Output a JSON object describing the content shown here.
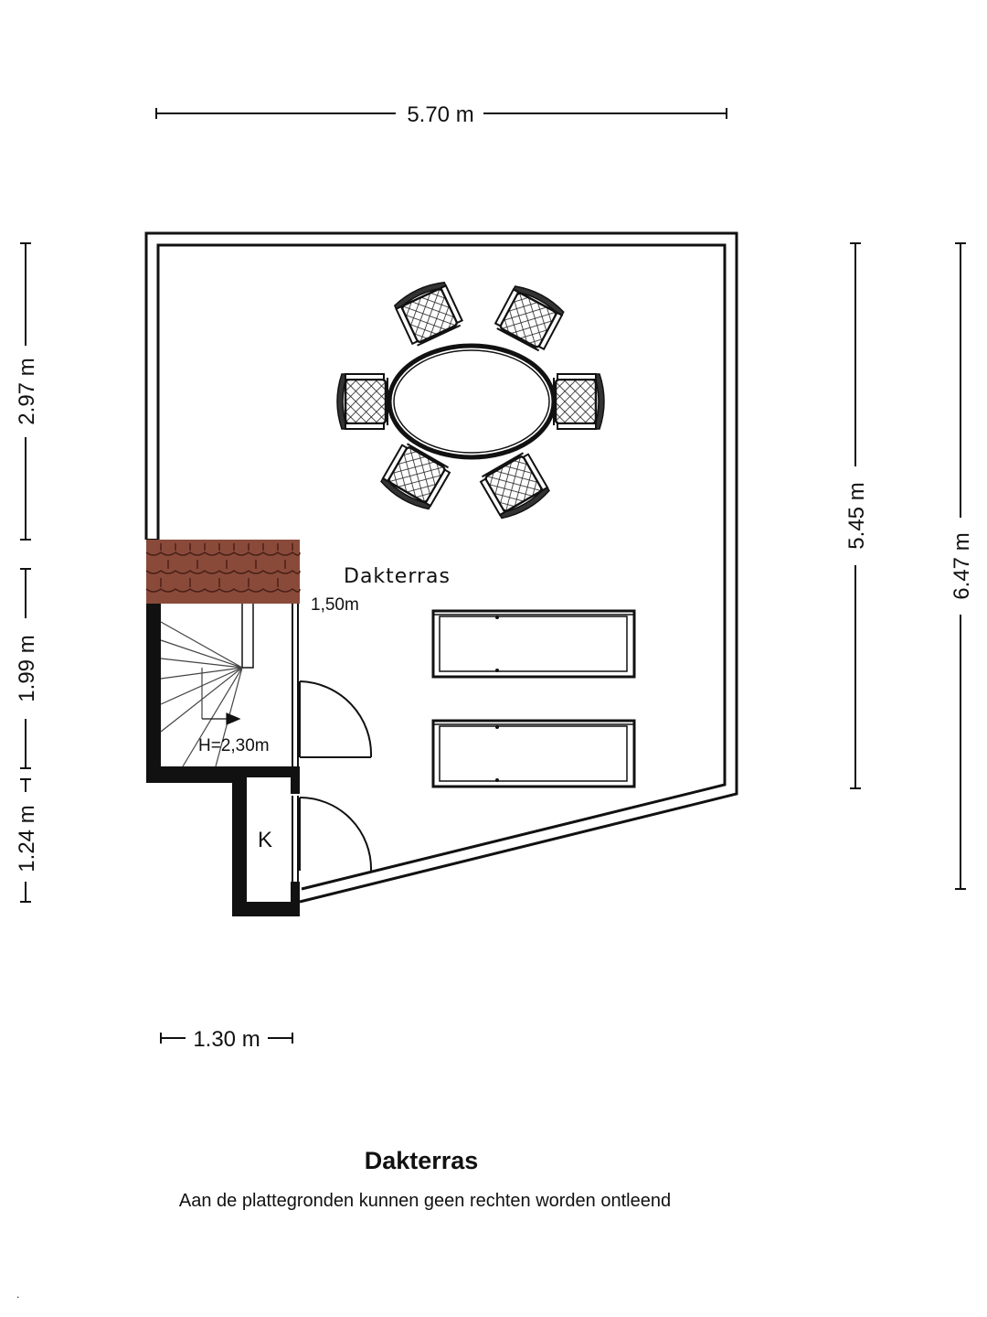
{
  "room_label": "Dakterras",
  "stair_width_label": "1,50m",
  "ceiling_height_label": "H=2,30m",
  "closet_label": "K",
  "dimensions": {
    "top_width": "5.70 m",
    "bottom_width": "1.30 m",
    "left_upper": "2.97 m",
    "left_middle": "1.99 m",
    "left_lower": "1.24 m",
    "right_inner": "5.45 m",
    "right_outer": "6.47 m"
  },
  "footer": {
    "title": "Dakterras",
    "disclaimer": "Aan de plattegronden kunnen geen rechten worden ontleend"
  },
  "colors": {
    "wall": "#111111",
    "roof_tiles": "#8a4a3a",
    "tile_lines": "#4a2018"
  }
}
